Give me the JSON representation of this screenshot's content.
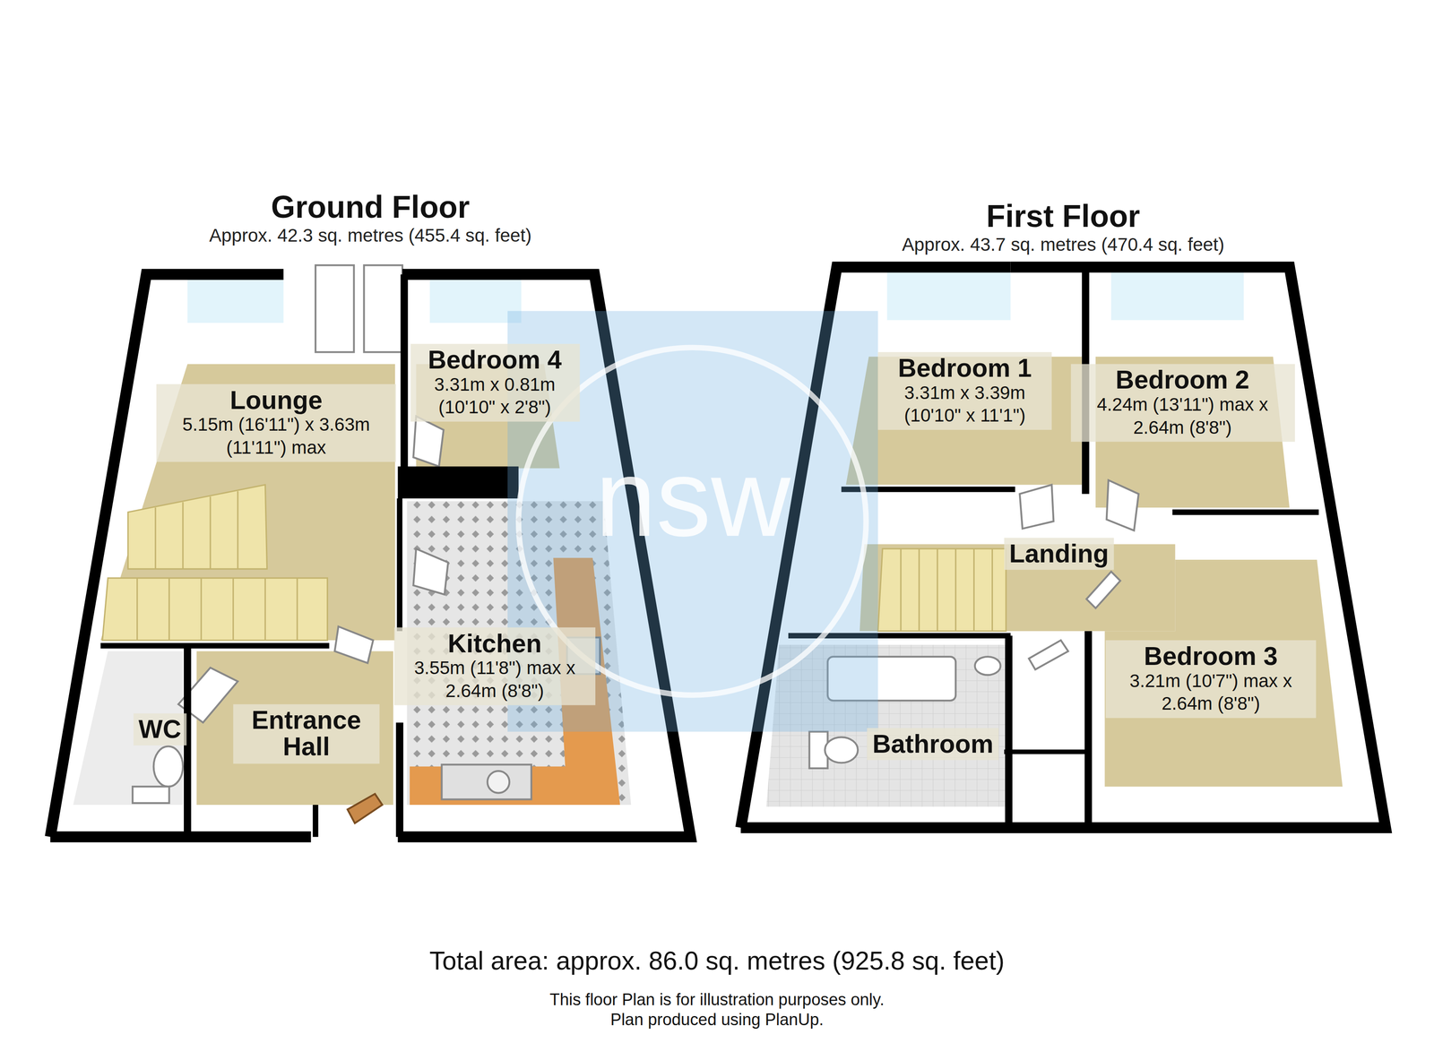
{
  "diagram": {
    "caption": "Total area: approx. 86.0 sq. metres (925.8 sq. feet)",
    "nodes": [
      {
        "text": [
          "Ground Floor",
          "Approx. 42.3 sq. metres (455.4 sq. feet)"
        ]
      },
      {
        "text": [
          "Lounge",
          "5.15m (16'11\") x 3.63m (11'11\") max"
        ],
        "in": 0
      },
      {
        "text": [
          "Bedroom 4",
          "3.31m x 0.81m (10'10\" x 2'8\")"
        ],
        "in": 0
      },
      {
        "text": [
          "Kitchen",
          "3.55m (11'8\") max x 2.64m (8'8\")"
        ],
        "in": 0
      },
      {
        "text": [
          "WC"
        ],
        "in": 0
      },
      {
        "text": [
          "Entrance Hall"
        ],
        "in": 0
      },
      {
        "text": [
          "First Floor",
          "Approx. 43.7 sq. metres (470.4 sq. feet)"
        ]
      },
      {
        "text": [
          "Bedroom 1",
          "3.31m x 3.39m (10'10\" x 11'1\")"
        ],
        "in": 6
      },
      {
        "text": [
          "Bedroom 2",
          "4.24m (13'11\") max x 2.64m (8'8\")"
        ],
        "in": 6
      },
      {
        "text": [
          "Landing"
        ],
        "in": 6
      },
      {
        "text": [
          "Bedroom 3",
          "3.21m (10'7\") max x 2.64m (8'8\")"
        ],
        "in": 6
      },
      {
        "text": [
          "Bathroom"
        ],
        "in": 6
      }
    ],
    "labels": [
      "nsw",
      "This floor Plan is for illustration purposes only.",
      "Plan produced using PlanUp."
    ]
  }
}
